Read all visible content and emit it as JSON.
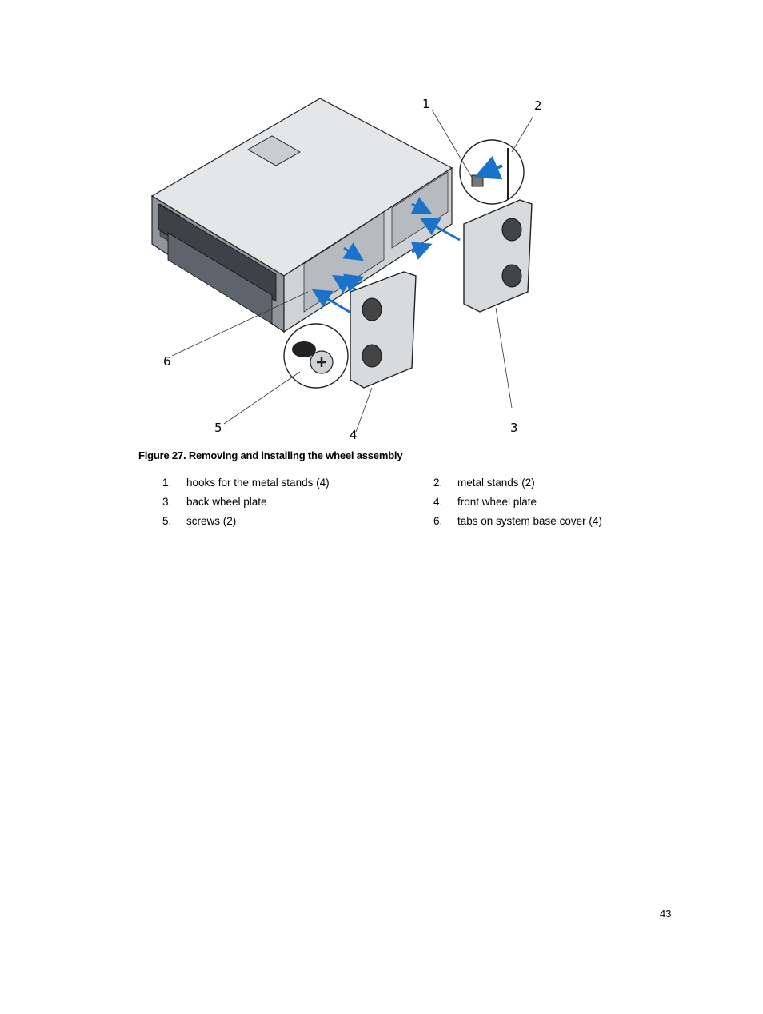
{
  "figure": {
    "callouts": [
      "1",
      "2",
      "3",
      "4",
      "5",
      "6"
    ],
    "accent_color": "#1a73c9",
    "icon": "server-chassis-wheel-assembly-illustration"
  },
  "caption": "Figure 27. Removing and installing the wheel assembly",
  "legend": [
    {
      "num": "1.",
      "text": "hooks for the metal stands (4)"
    },
    {
      "num": "2.",
      "text": "metal stands (2)"
    },
    {
      "num": "3.",
      "text": "back wheel plate"
    },
    {
      "num": "4.",
      "text": "front wheel plate"
    },
    {
      "num": "5.",
      "text": "screws (2)"
    },
    {
      "num": "6.",
      "text": "tabs on system base cover (4)"
    }
  ],
  "page_number": "43"
}
